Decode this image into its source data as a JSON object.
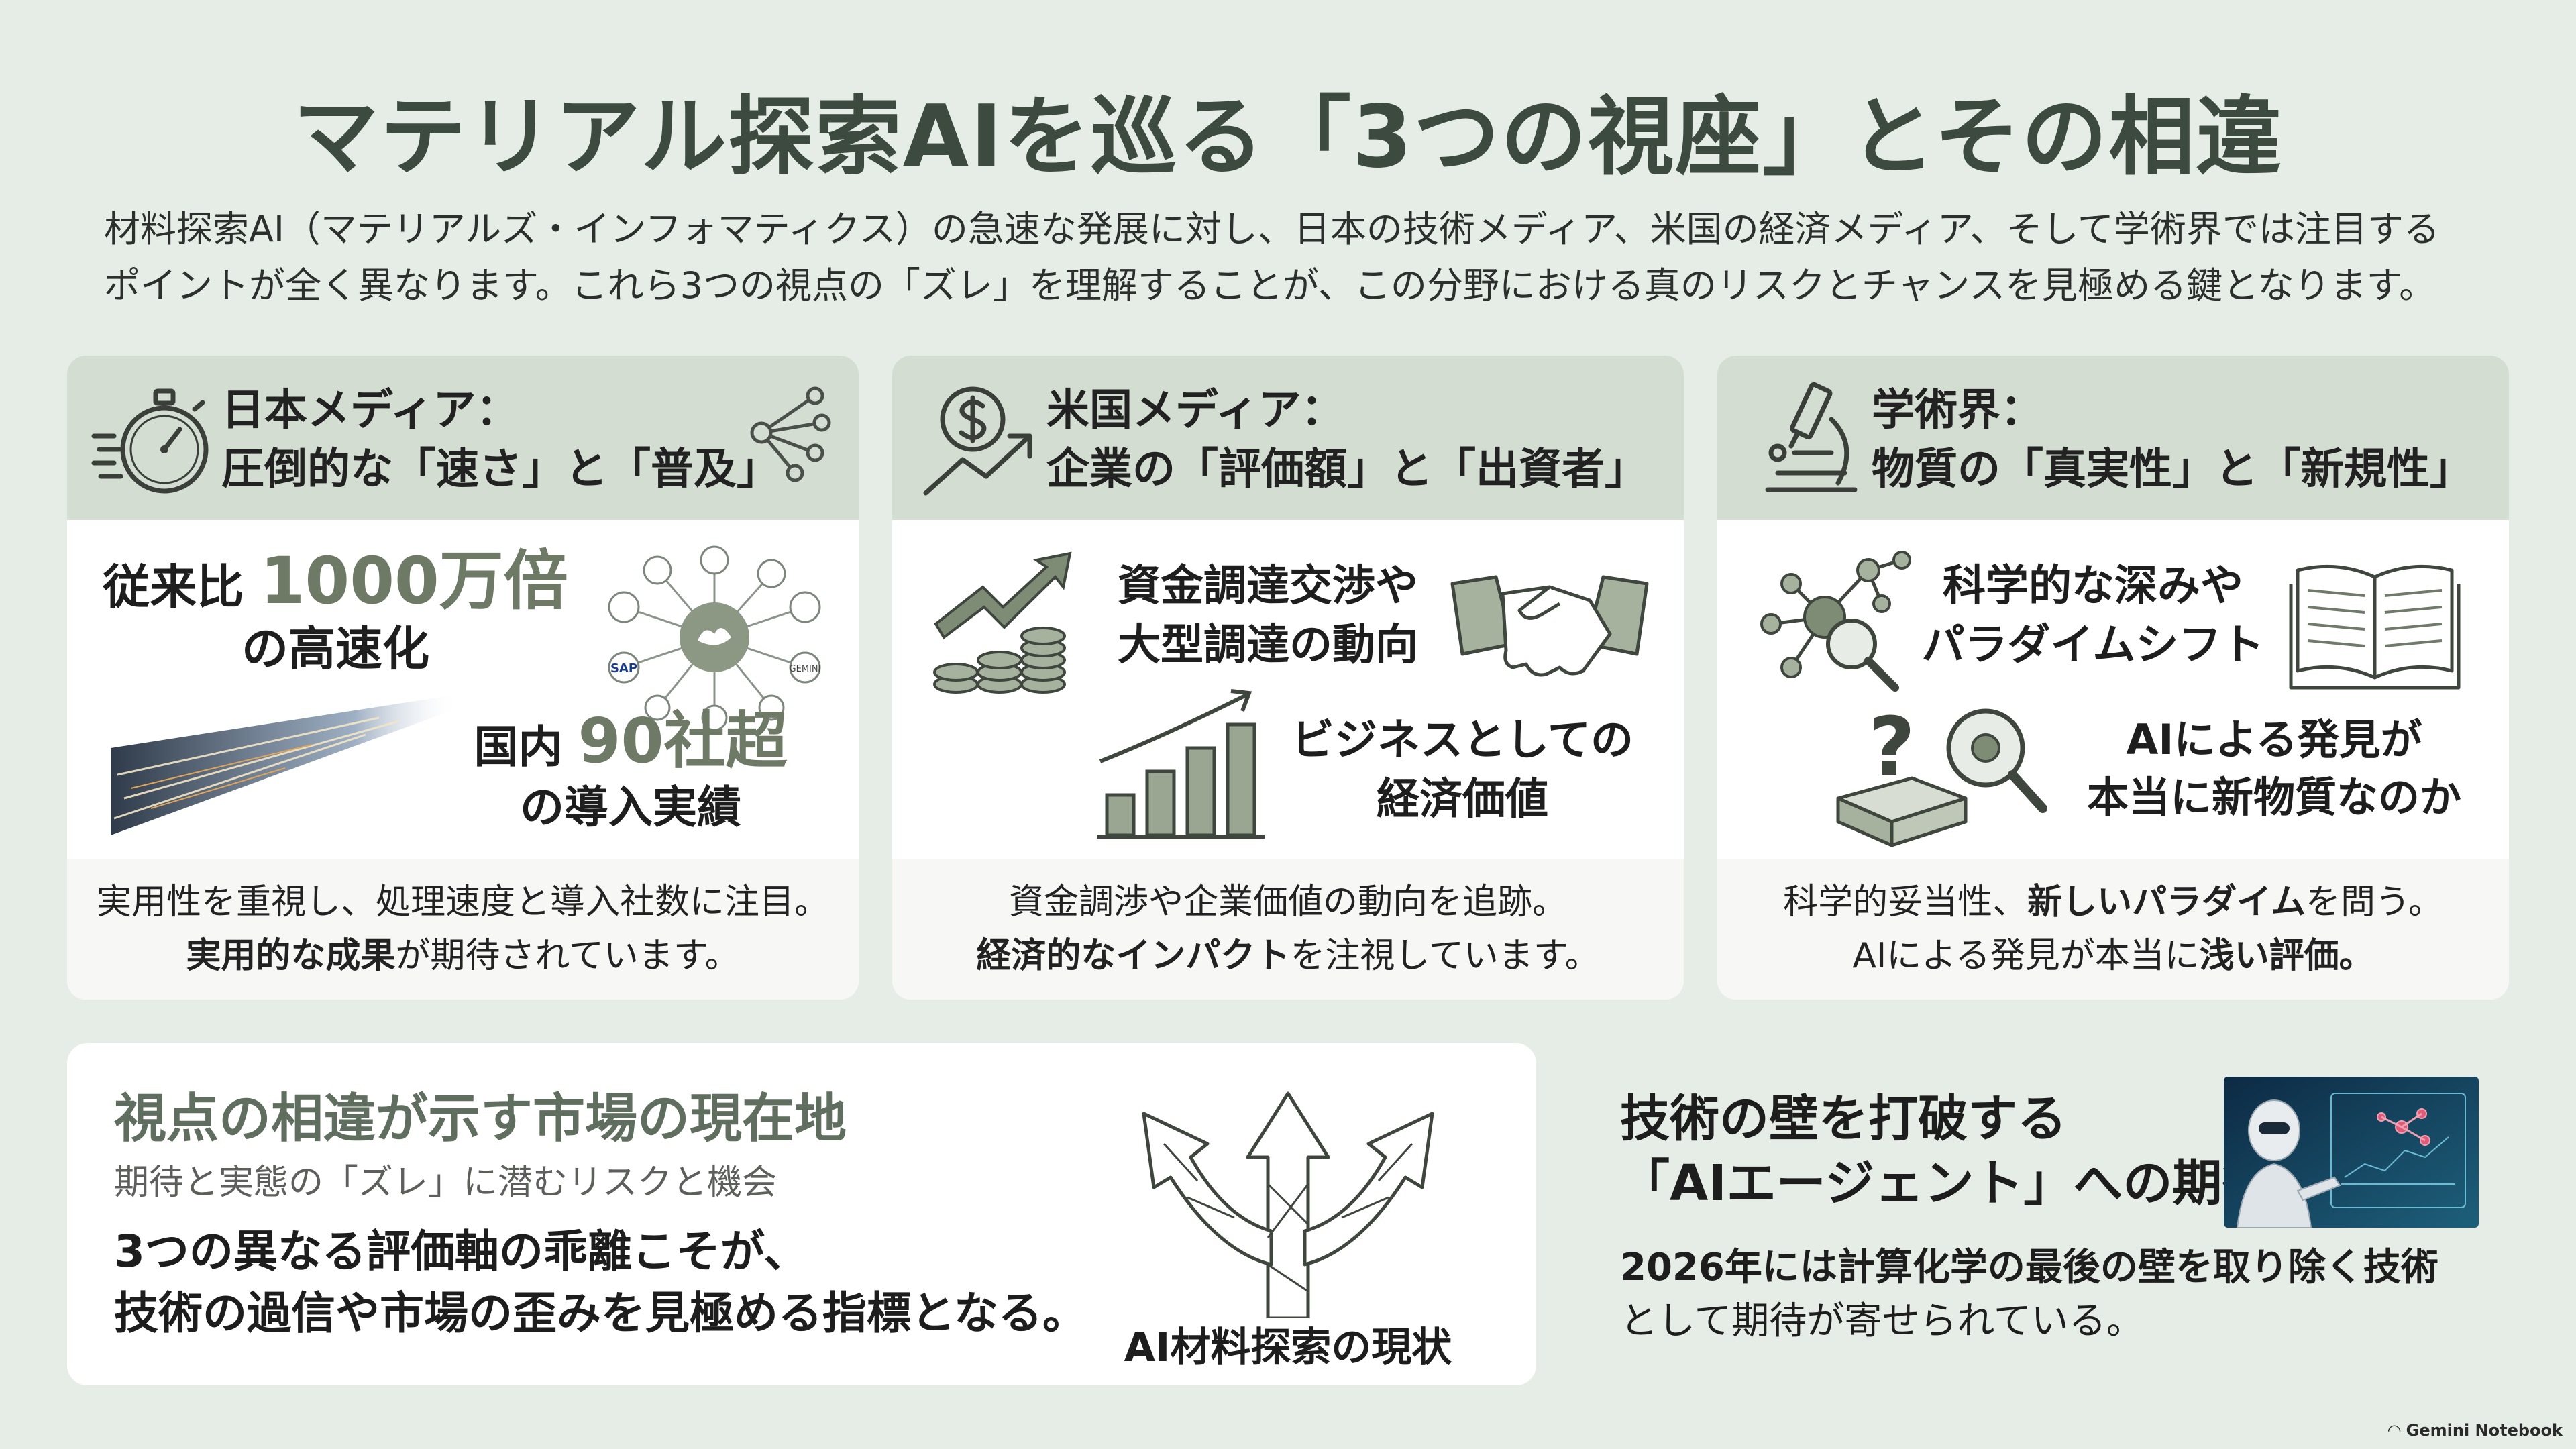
{
  "title": "マテリアル探索AIを巡る「3つの視座」とその相違",
  "intro": {
    "line1": "材料探索AI（マテリアルズ・インフォマティクス）の急速な発展に対し、日本の技術メディア、米国の経済メディア、そして学術界では注目する",
    "line2": "ポイントが全く異なります。これら3つの視点の「ズレ」を理解することが、この分野における真のリスクとチャンスを見極める鍵となります。"
  },
  "cards": [
    {
      "head_line1": "日本メディア：",
      "head_line2": "圧倒的な「速さ」と「普及」",
      "icon": "stopwatch-icon",
      "h1_pre": "従来比",
      "h1_big": "1000万倍",
      "h1_post": "の高速化",
      "h2_pre": "国内",
      "h2_big": "90社超",
      "h2_post": "の導入実績",
      "net_center": "",
      "net_labels": [
        "SAP",
        "GEMINI"
      ],
      "foot_line1": "実用性を重視し、処理速度と導入社数に注目。",
      "foot_line2_bold": "実用的な成果",
      "foot_line2_rest": "が期待されています。"
    },
    {
      "head_line1": "米国メディア：",
      "head_line2": "企業の「評価額」と「出資者」",
      "icon": "dollar-growth-icon",
      "h1_line1": "資金調達交渉や",
      "h1_line2": "大型調達の動向",
      "h2_line1": "ビジネスとしての",
      "h2_line2": "経済価値",
      "foot_line1": "資金調渉や企業価値の動向を追跡。",
      "foot_line2_bold": "経済的なインパクト",
      "foot_line2_rest": "を注視しています。"
    },
    {
      "head_line1": "学術界：",
      "head_line2": "物質の「真実性」と「新規性」",
      "icon": "microscope-icon",
      "h1_line1": "科学的な深みや",
      "h1_line2": "パラダイムシフト",
      "h2_line1": "AIによる発見が",
      "h2_line2": "本当に新物質なのか",
      "foot_line1_pre": "科学的妥当性、",
      "foot_line1_bold": "新しいパラダイム",
      "foot_line1_rest": "を問う。",
      "foot_line2_pre": "AIによる発見が本当に",
      "foot_line2_bold": "浅い評価。"
    }
  ],
  "bottom": {
    "title": "視点の相違が示す市場の現在地",
    "subtitle": "期待と実態の「ズレ」に潜むリスクと機会",
    "main_line1": "3つの異なる評価軸の乖離こそが、",
    "main_line2": "技術の過信や市場の歪みを見極める指標となる。",
    "caption": "AI材料探索の現状"
  },
  "right": {
    "title_line1": "技術の壁を打破する",
    "title_line2": "「AIエージェント」への期待",
    "text_line1": "2026年には計算化学の最後の壁を取り除く技術",
    "text_line2": "として期待が寄せられている。"
  },
  "credit": "Gemini Notebook",
  "colors": {
    "background": "#e6ede6",
    "header": "#d3ddd2",
    "accent": "#6e7a65",
    "title": "#3d4a3f"
  }
}
